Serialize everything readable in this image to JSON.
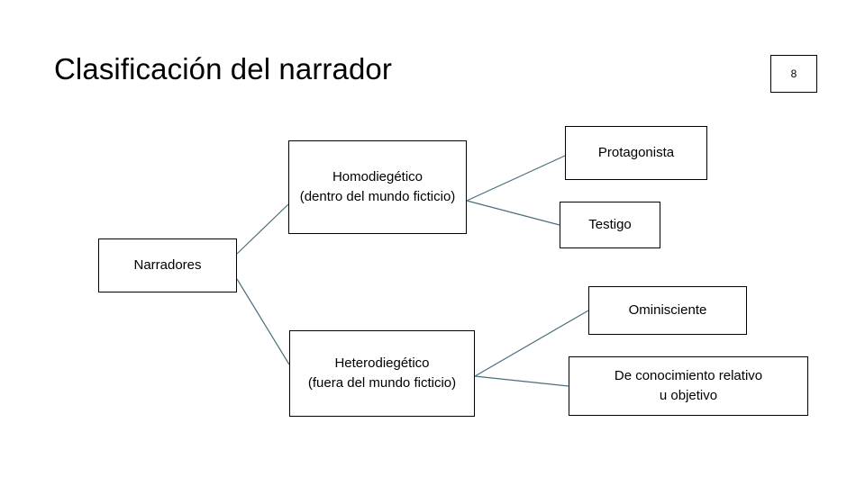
{
  "slide": {
    "title": "Clasificación del narrador",
    "page_number": "8",
    "border_color": "#000000",
    "connector_color": "#4a6f7c",
    "background": "#ffffff"
  },
  "diagram": {
    "type": "tree",
    "nodes": [
      {
        "id": "narradores",
        "label": "Narradores",
        "line2": ""
      },
      {
        "id": "homodiegetico",
        "label": "Homodiegético",
        "line2": "(dentro del mundo ficticio)"
      },
      {
        "id": "heterodiegetico",
        "label": "Heterodiegético",
        "line2": "(fuera del mundo ficticio)"
      },
      {
        "id": "protagonista",
        "label": "Protagonista",
        "line2": ""
      },
      {
        "id": "testigo",
        "label": "Testigo",
        "line2": ""
      },
      {
        "id": "ominisciente",
        "label": "Ominisciente",
        "line2": ""
      },
      {
        "id": "conocimiento",
        "label": "De conocimiento relativo",
        "line2": "u objetivo"
      }
    ],
    "edges": [
      {
        "from": "narradores",
        "to": "homodiegetico"
      },
      {
        "from": "narradores",
        "to": "heterodiegetico"
      },
      {
        "from": "homodiegetico",
        "to": "protagonista"
      },
      {
        "from": "homodiegetico",
        "to": "testigo"
      },
      {
        "from": "heterodiegetico",
        "to": "ominisciente"
      },
      {
        "from": "heterodiegetico",
        "to": "conocimiento"
      }
    ]
  }
}
